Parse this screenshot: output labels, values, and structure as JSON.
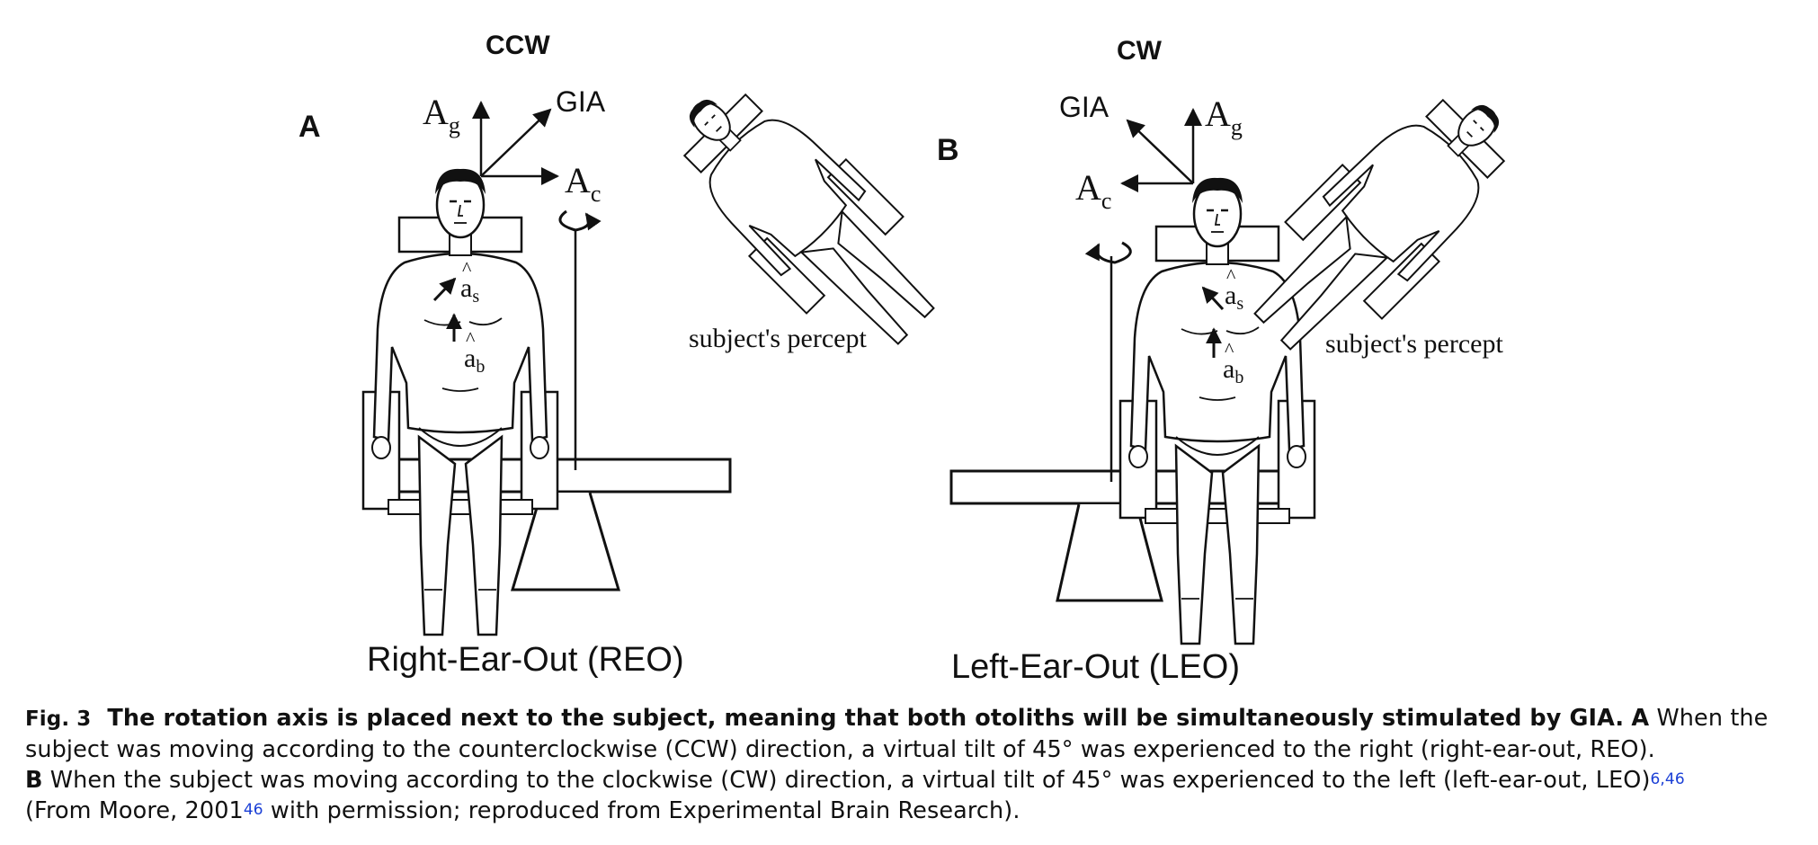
{
  "panel_a": {
    "letter": "A",
    "direction": "CCW",
    "vectors": {
      "ag_main": "A",
      "ag_sub": "g",
      "gia": "GIA",
      "ac_main": "A",
      "ac_sub": "c"
    },
    "body_vectors": {
      "as_main": "a",
      "as_sub": "s",
      "ab_main": "a",
      "ab_sub": "b"
    },
    "percept": "subject's percept",
    "position_label": "Right-Ear-Out (REO)"
  },
  "panel_b": {
    "letter": "B",
    "direction": "CW",
    "vectors": {
      "ag_main": "A",
      "ag_sub": "g",
      "gia": "GIA",
      "ac_main": "A",
      "ac_sub": "c"
    },
    "body_vectors": {
      "as_main": "a",
      "as_sub": "s",
      "ab_main": "a",
      "ab_sub": "b"
    },
    "percept": "subject's percept",
    "position_label": "Left-Ear-Out (LEO)"
  },
  "caption": {
    "fig_label": "Fig. 3",
    "title": "The rotation axis is placed next to the subject, meaning that both otoliths will be simultaneously stimulated by GIA.",
    "a_letter": "A",
    "line1_tail": "When the",
    "line2": "subject was moving according to the counterclockwise (CCW) direction, a virtual tilt of 45° was experienced to the right (right-ear-out, REO).",
    "b_letter": "B",
    "line3": "When the subject was moving according to the clockwise (CW) direction, a virtual tilt of 45° was experienced to the left (left-ear-out, LEO)",
    "ref_1": "6,46",
    "line4_a": "(From Moore, 2001",
    "ref_2": "46",
    "line4_b": "with permission; reproduced from Experimental Brain Research)."
  }
}
